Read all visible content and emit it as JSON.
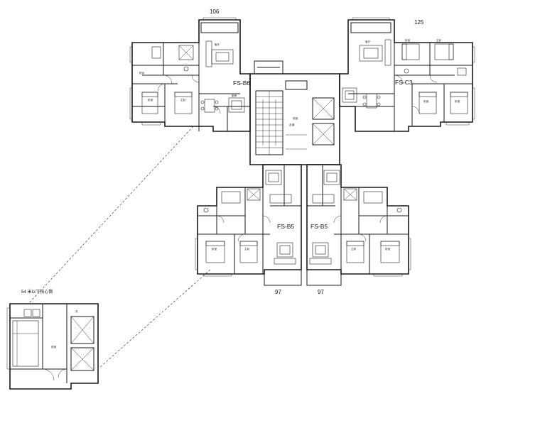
{
  "plan": {
    "unit_labels": {
      "top_left": "FS-B6",
      "top_right": "FS-C3",
      "bottom_left": "FS-B5",
      "bottom_right": "FS-B5"
    },
    "area_labels": {
      "top_left": "106",
      "top_right": "125",
      "bottom_left": "97",
      "bottom_right": "97"
    },
    "detail_title": "54 米以下核心筒"
  },
  "colors": {
    "line": "#1a1a1a",
    "background": "#ffffff"
  }
}
